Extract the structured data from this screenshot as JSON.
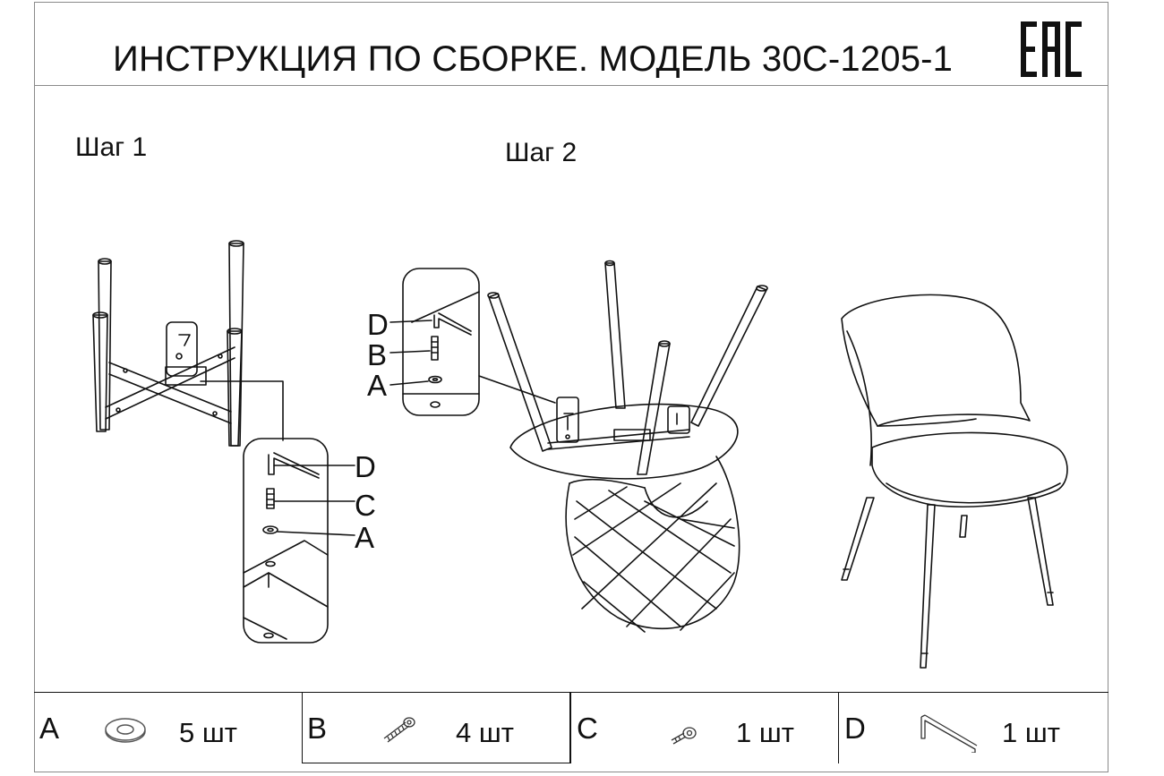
{
  "header": {
    "title": "ИНСТРУКЦИЯ ПО СБОРКЕ. МОДЕЛЬ 30С-1205-1",
    "certification_mark": "EAC"
  },
  "steps": [
    {
      "label": "Шаг 1",
      "callouts": [
        "D",
        "C",
        "A"
      ]
    },
    {
      "label": "Шаг 2",
      "callouts": [
        "D",
        "B",
        "A"
      ]
    }
  ],
  "parts": [
    {
      "letter": "A",
      "icon": "washer-icon",
      "quantity": "5 шт"
    },
    {
      "letter": "B",
      "icon": "long-bolt-icon",
      "quantity": "4 шт"
    },
    {
      "letter": "C",
      "icon": "short-bolt-icon",
      "quantity": "1 шт"
    },
    {
      "letter": "D",
      "icon": "hex-key-icon",
      "quantity": "1 шт"
    }
  ],
  "colors": {
    "line": "#111111",
    "frame": "#8a8a8a",
    "background": "#ffffff"
  }
}
